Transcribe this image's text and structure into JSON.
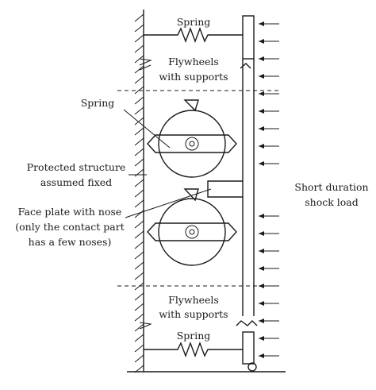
{
  "labels": {
    "spring_top": "Spring",
    "flywheels_top_1": "Flywheels",
    "flywheels_top_2": "with supports",
    "spring_left": "Spring",
    "protected_1": "Protected structure",
    "protected_2": "assumed fixed",
    "faceplate_1": "Face plate with nose",
    "faceplate_2": "(only the contact part",
    "faceplate_3": "has a few noses)",
    "shock_1": "Short duration",
    "shock_2": "shock load",
    "flywheels_bottom_1": "Flywheels",
    "flywheels_bottom_2": "with supports",
    "spring_bottom": "Spring"
  }
}
